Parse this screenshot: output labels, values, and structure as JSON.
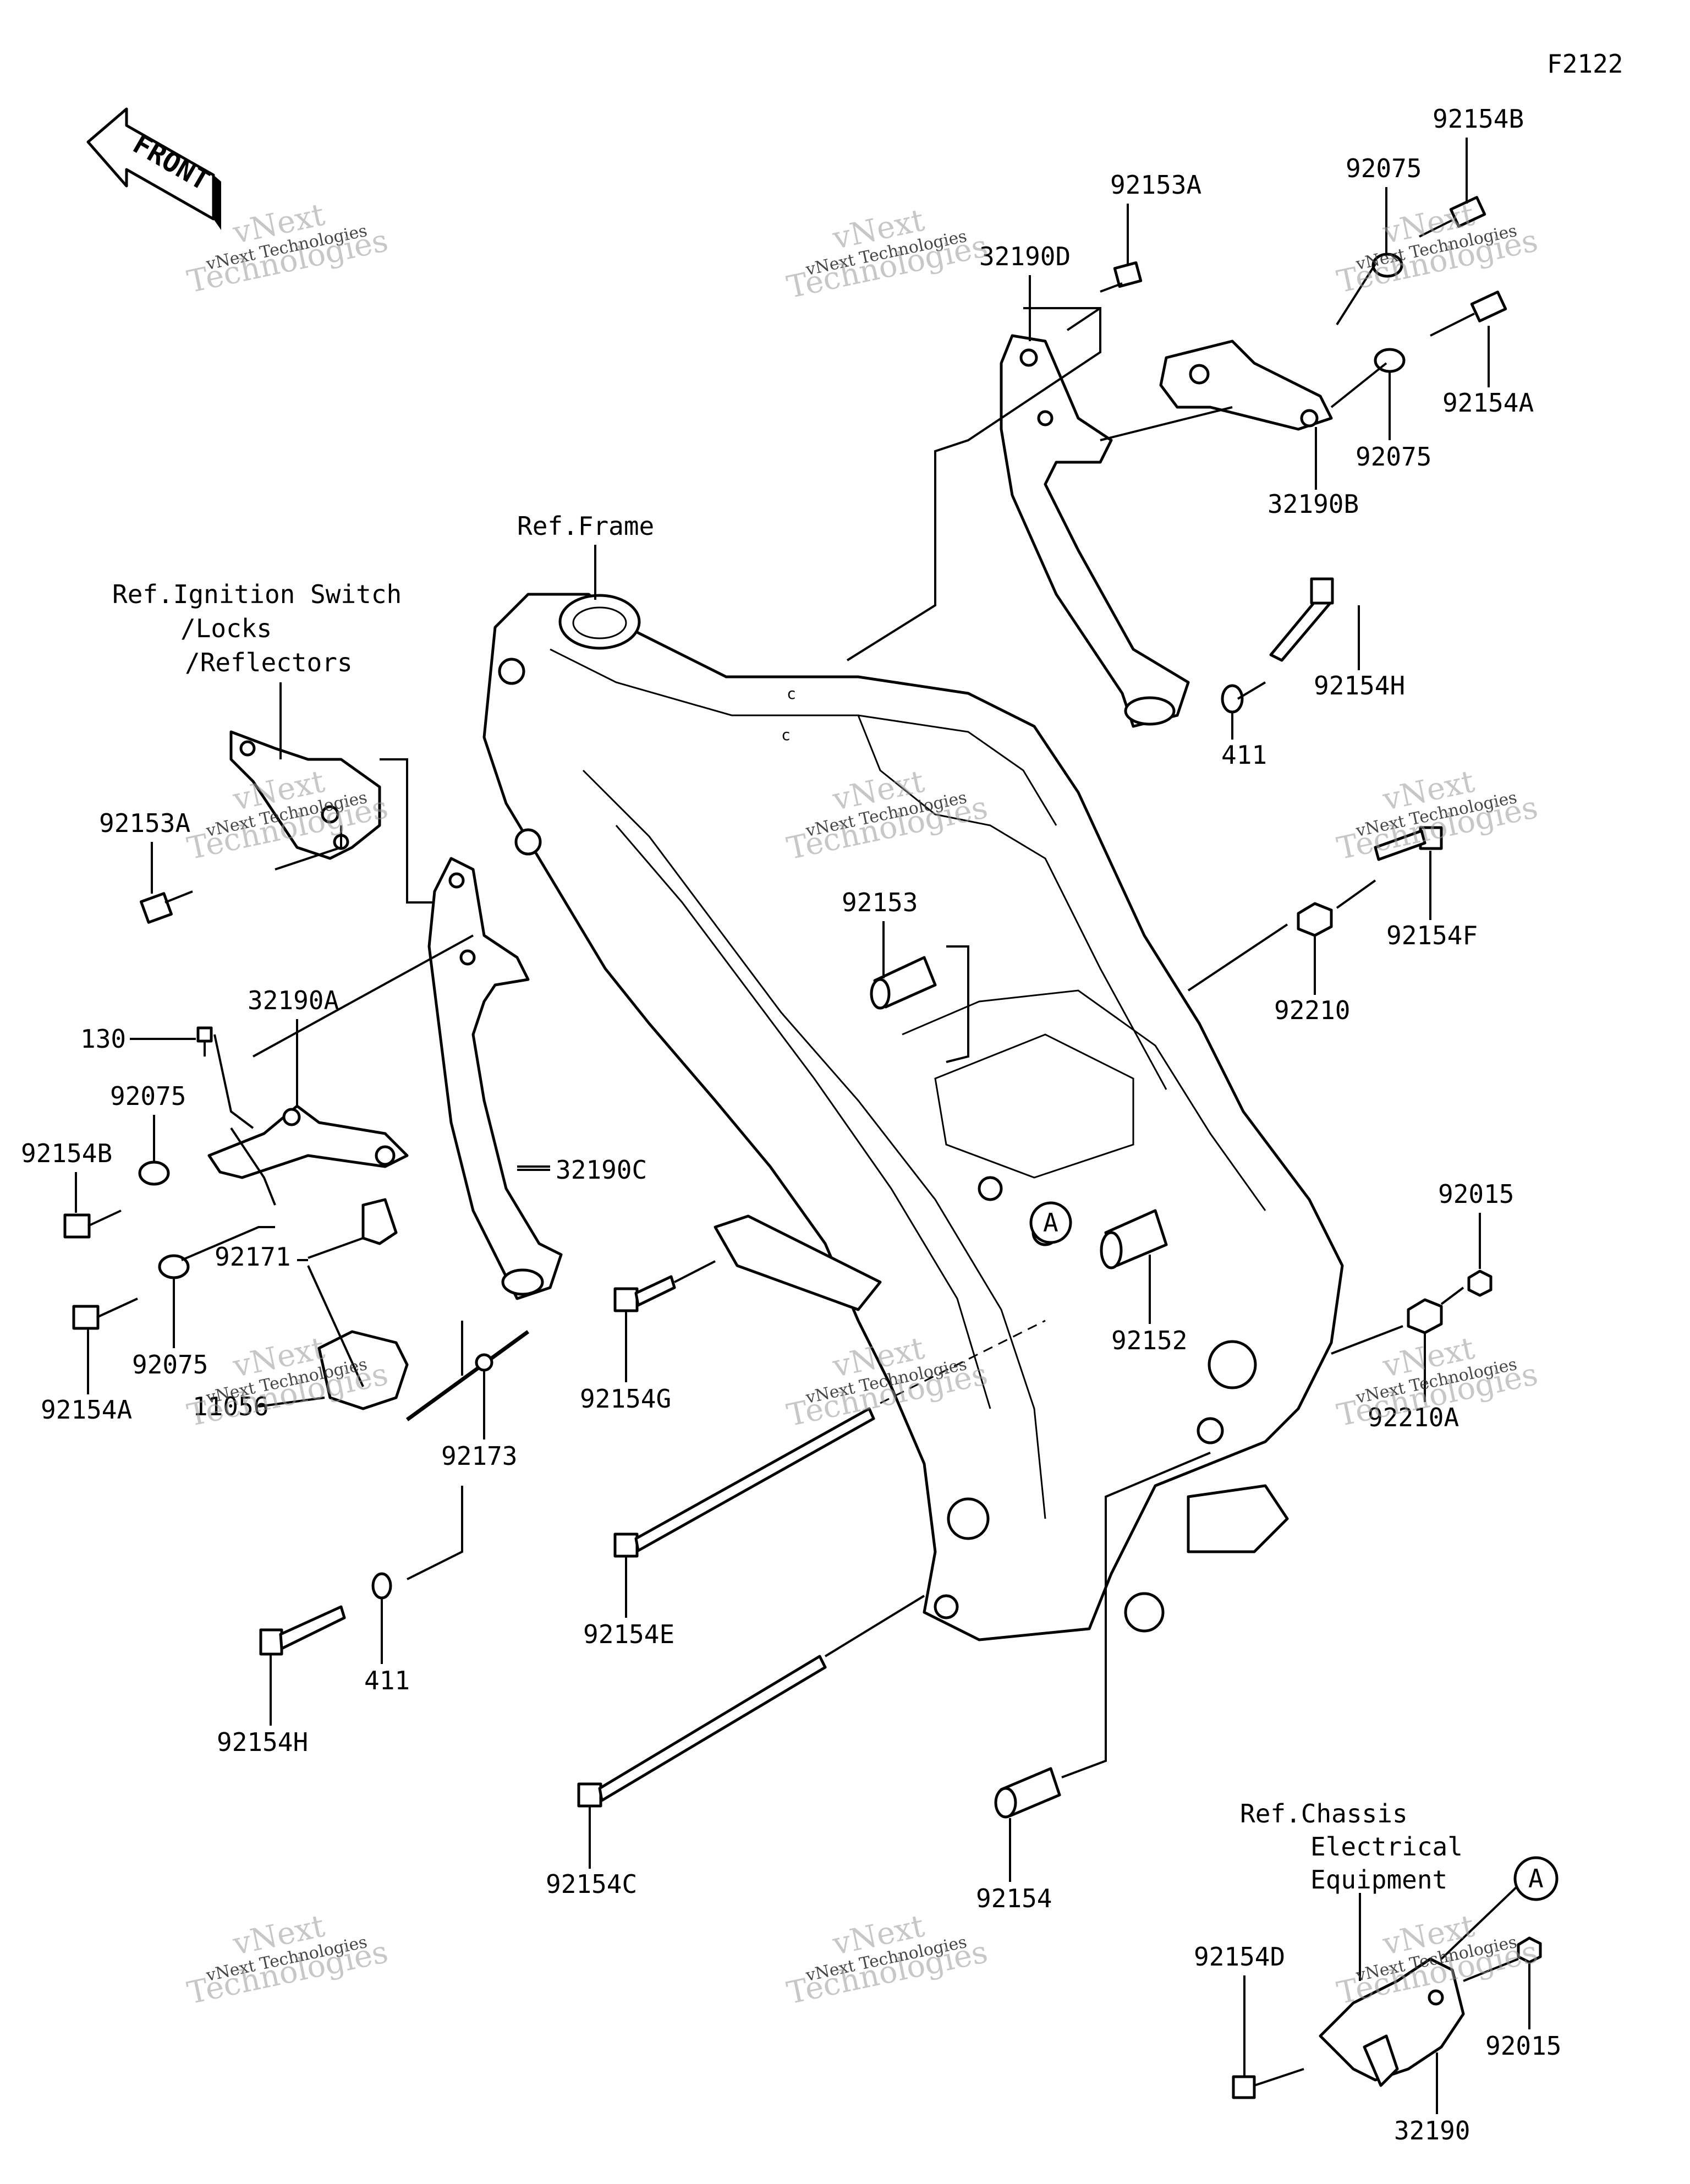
{
  "diagram_code": "F2122",
  "front_arrow_text": "FRONT",
  "references": {
    "frame": "Ref.Frame",
    "ignition": [
      "Ref.Ignition Switch",
      "/Locks",
      "/Reflectors"
    ],
    "chassis": [
      "Ref.Chassis",
      "Electrical",
      "Equipment"
    ]
  },
  "watermark": {
    "line1": "vNext",
    "line2": "vNext Technologies",
    "line3": "Technologies"
  },
  "callout_a": "A",
  "callout_a2": "A",
  "parts": {
    "p92154B_top": "92154B",
    "p92075_top": "92075",
    "p92153A_top": "92153A",
    "p32190D": "32190D",
    "p92154A_top": "92154A",
    "p92075_mid": "92075",
    "p32190B": "32190B",
    "p92154H_right": "92154H",
    "p411_right": "411",
    "p92153A_left": "92153A",
    "p32190A": "32190A",
    "p130": "130",
    "p92075_left1": "92075",
    "p92154B_left": "92154B",
    "p32190C": "32190C",
    "p92171": "92171",
    "p92075_left2": "92075",
    "p92154A_left": "92154A",
    "p11056": "11056",
    "p92173": "92173",
    "p411_left": "411",
    "p92154H_left": "92154H",
    "p92153": "92153",
    "p92154F": "92154F",
    "p92210_top": "92210",
    "p92015_right": "92015",
    "p92210_bottom": "92210A",
    "p92152": "92152",
    "p92154G": "92154G",
    "p92154E": "92154E",
    "p92154C": "92154C",
    "p92154": "92154",
    "p92154D": "92154D",
    "p32190": "32190",
    "p92015_bottom": "92015"
  }
}
